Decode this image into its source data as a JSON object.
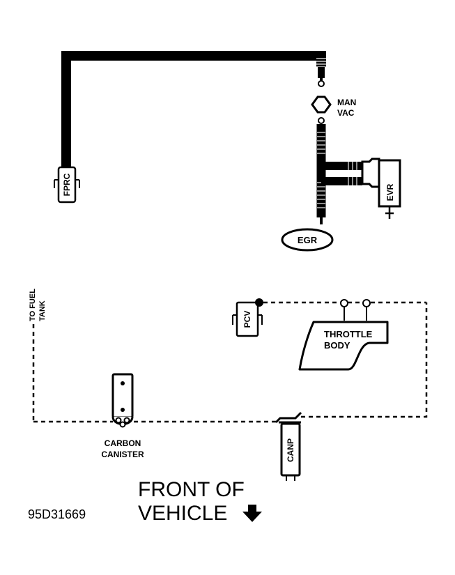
{
  "components": {
    "fprc": "FPRC",
    "man_vac_line1": "MAN",
    "man_vac_line2": "VAC",
    "evr": "EVR",
    "egr": "EGR",
    "pcv": "PCV",
    "throttle_body_line1": "THROTTLE",
    "throttle_body_line2": "BODY",
    "carbon_canister_line1": "CARBON",
    "carbon_canister_line2": "CANISTER",
    "canp": "CANP"
  },
  "to_fuel_tank_line1": "TO FUEL",
  "to_fuel_tank_line2": "TANK",
  "front_of_vehicle_line1": "FRONT OF",
  "front_of_vehicle_line2": "VEHICLE",
  "figure_id": "95D31669",
  "icons": {
    "direction": "arrow-down-icon"
  }
}
